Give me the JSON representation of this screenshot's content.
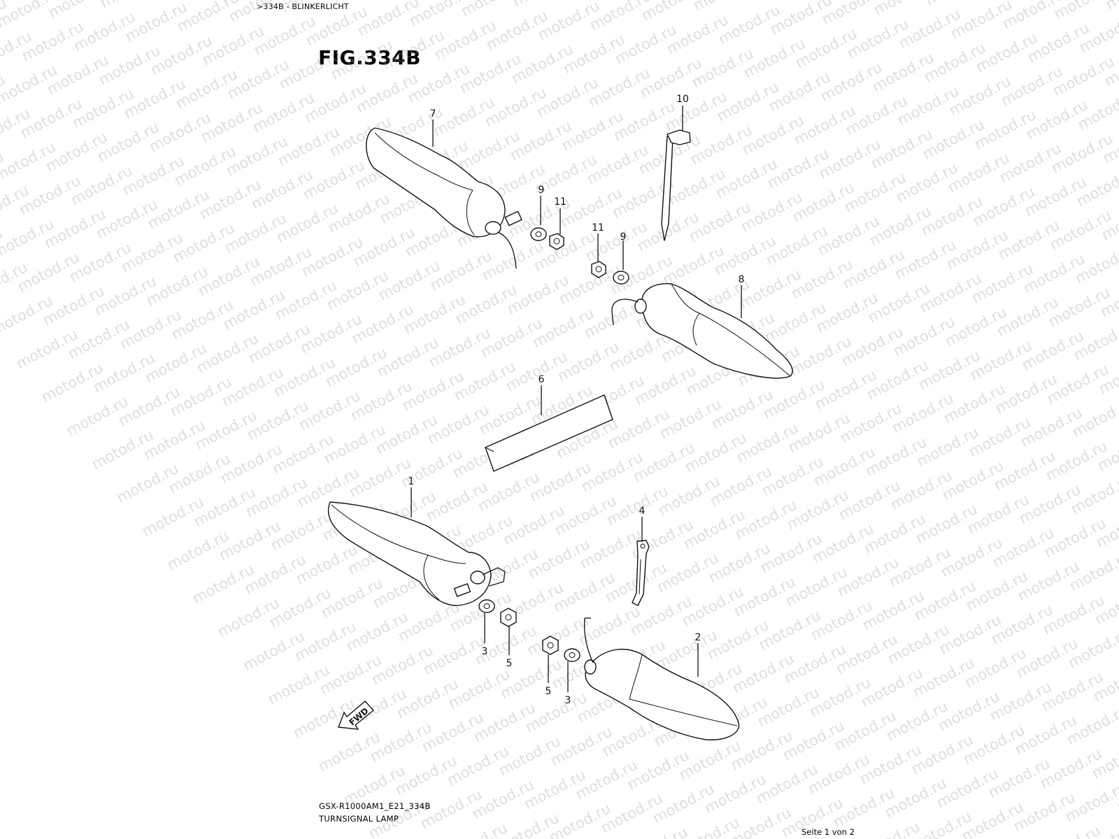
{
  "header": {
    "breadcrumb": ">334B - BLINKERLICHT",
    "figure_title": "FIG.334B"
  },
  "watermark": {
    "text": "motod.ru"
  },
  "callouts": {
    "part_7": "7",
    "part_8": "8",
    "part_9_top": "9",
    "part_11_top": "11",
    "part_11_mid": "11",
    "part_9_mid": "9",
    "part_10": "10",
    "part_6": "6",
    "part_1": "1",
    "part_4": "4",
    "part_2": "2",
    "part_3_left": "3",
    "part_5_left": "5",
    "part_5_right": "5",
    "part_3_right": "3"
  },
  "fwd_arrow": {
    "label": "FWD"
  },
  "footer": {
    "model_code": "GSX-R1000AM1_E21_334B",
    "drawing_name": "TURNSIGNAL LAMP",
    "page_indicator": "Seite 1 von 2"
  }
}
